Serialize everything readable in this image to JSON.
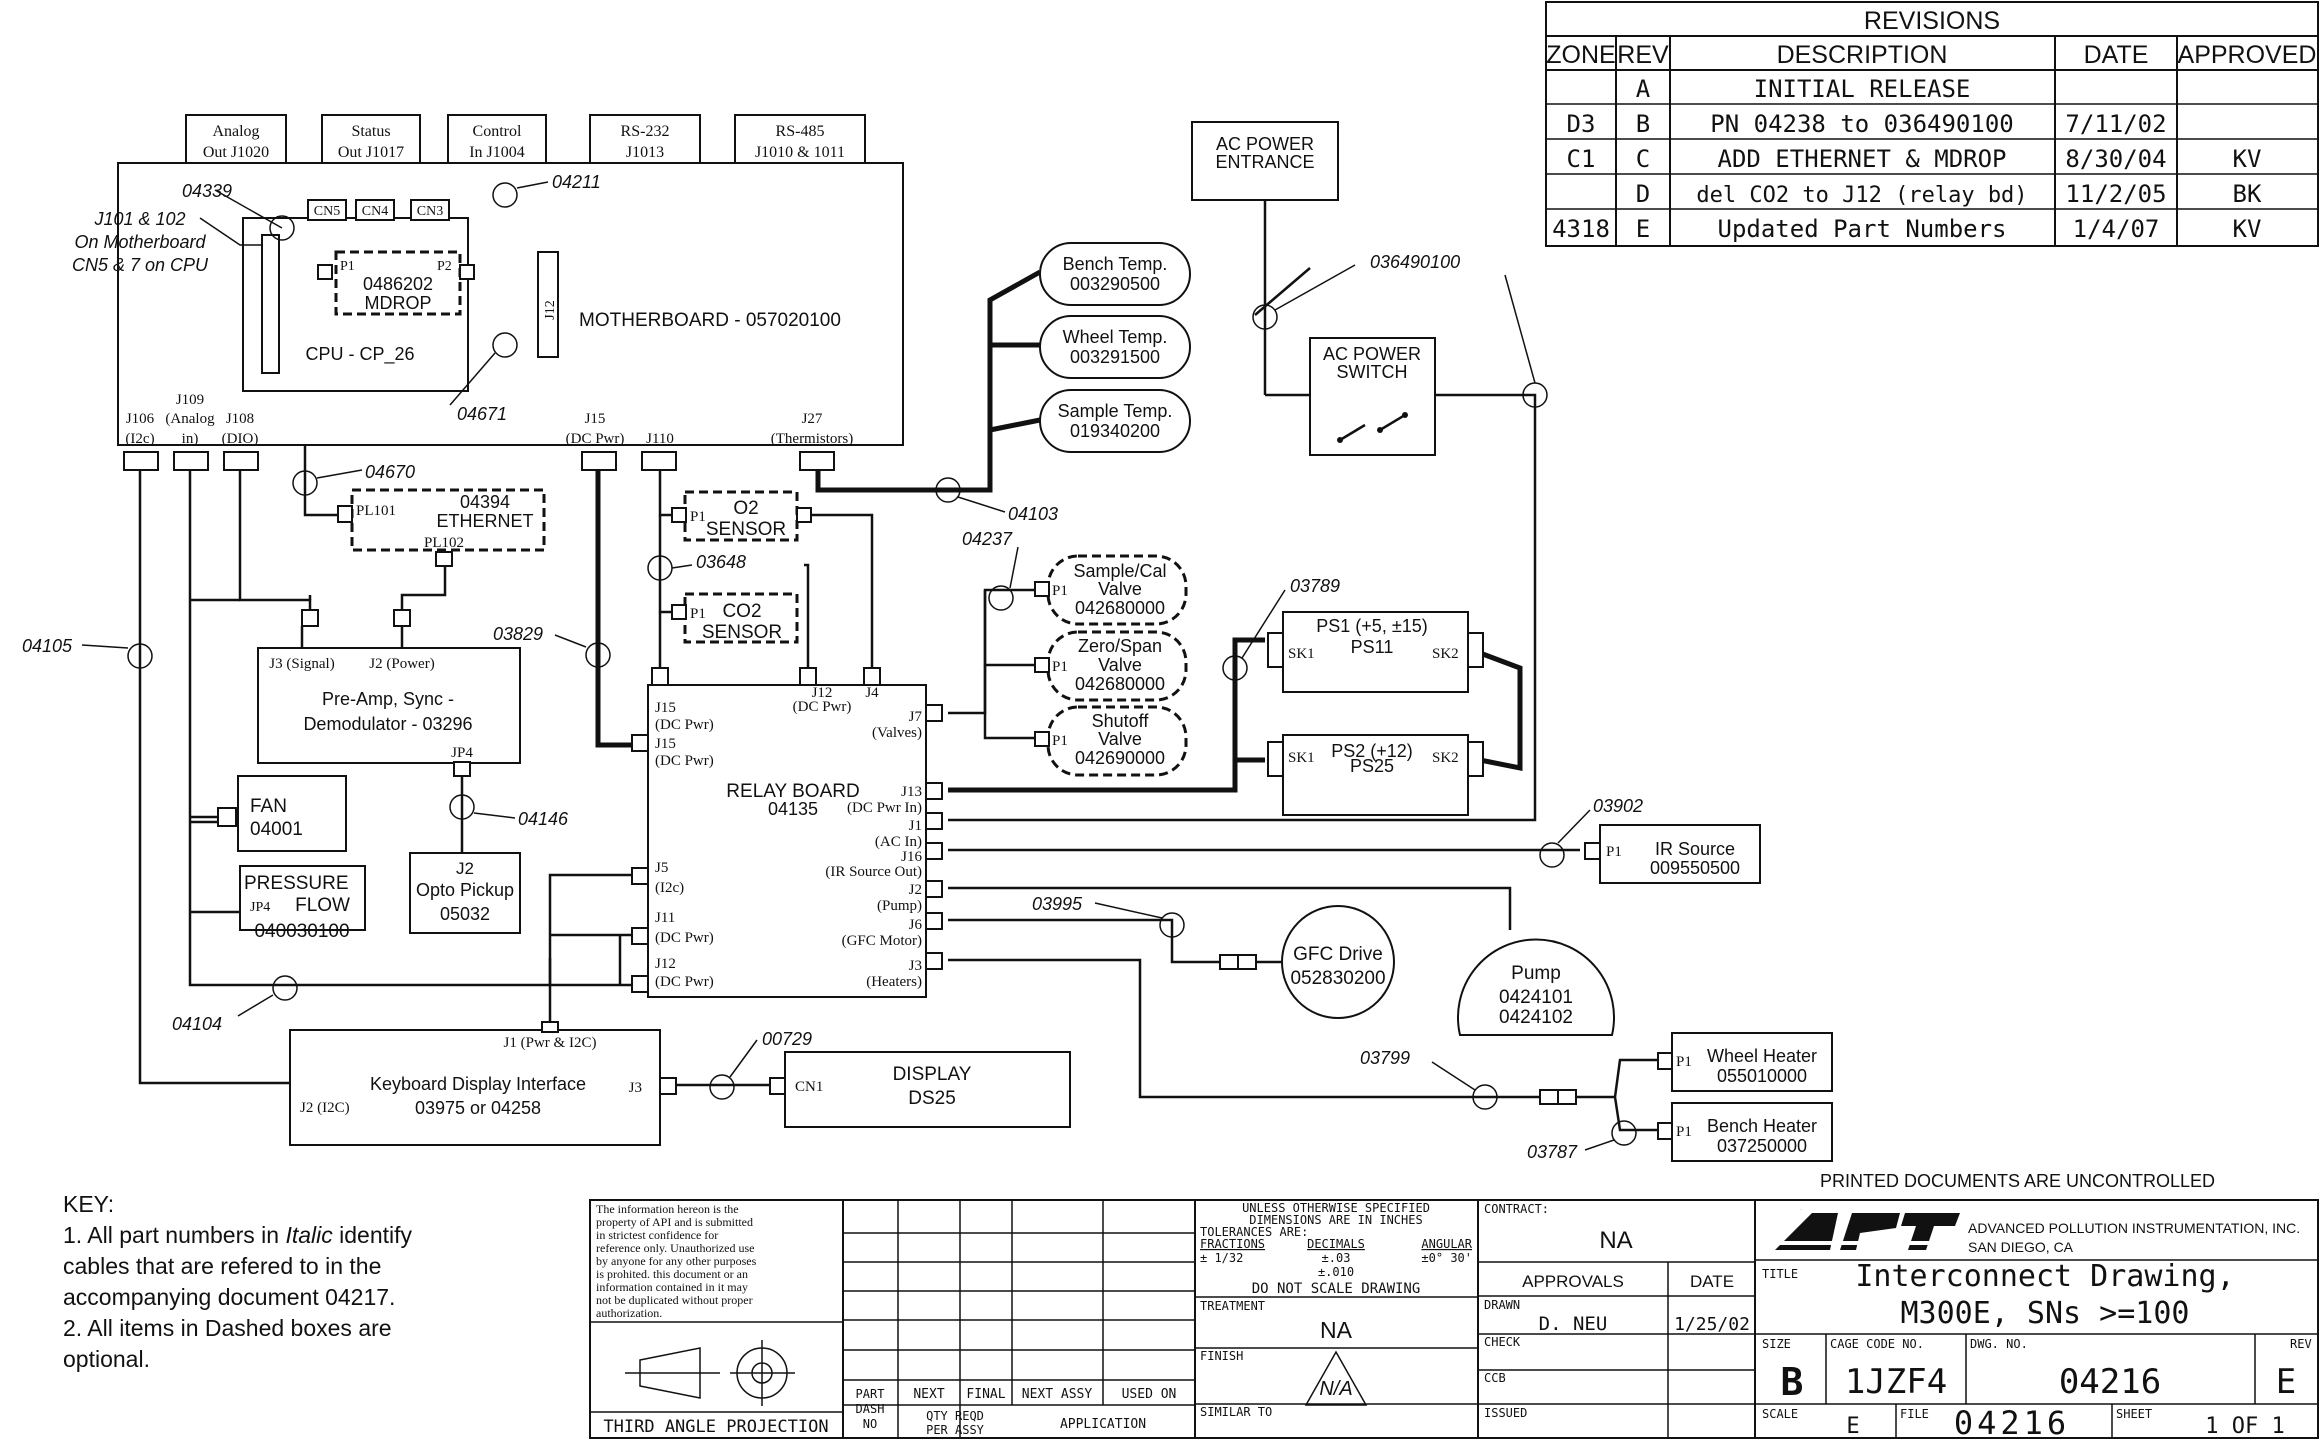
{
  "revisions": {
    "title": "REVISIONS",
    "headers": [
      "ZONE",
      "REV",
      "DESCRIPTION",
      "DATE",
      "APPROVED"
    ],
    "rows": [
      [
        "",
        "A",
        "INITIAL RELEASE",
        "",
        ""
      ],
      [
        "D3",
        "B",
        "PN 04238 to 036490100",
        "7/11/02",
        ""
      ],
      [
        "C1",
        "C",
        "ADD ETHERNET & MDROP",
        "8/30/04",
        "KV"
      ],
      [
        "",
        "D",
        "del CO2 to J12 (relay bd)",
        "11/2/05",
        "BK"
      ],
      [
        "4318",
        "E",
        "Updated Part Numbers",
        "1/4/07",
        "KV"
      ]
    ]
  },
  "connectors_top": {
    "analog": [
      "Analog",
      "Out J1020"
    ],
    "status": [
      "Status",
      "Out J1017"
    ],
    "control": [
      "Control",
      "In J1004"
    ],
    "rs232": [
      "RS-232",
      "J1013"
    ],
    "rs485": [
      "RS-485",
      "J1010 & 1011"
    ]
  },
  "motherboard": {
    "label": "MOTHERBOARD - 057020100",
    "cpu": "CPU - CP_26",
    "cn5": "CN5",
    "cn4": "CN4",
    "cn3": "CN3",
    "p1": "P1",
    "p2": "P2",
    "mdrop": [
      "0486202",
      "MDROP"
    ],
    "j12": "J12",
    "j106": [
      "J106",
      "(I2c)"
    ],
    "j109": [
      "J109",
      "(Analog",
      "in)"
    ],
    "j108": [
      "J108",
      "(DIO)"
    ],
    "j15": [
      "J15",
      "(DC Pwr)"
    ],
    "j110": "J110",
    "j27": [
      "J27",
      "(Thermistors)"
    ]
  },
  "cables": {
    "c04339": "04339",
    "c04211": "04211",
    "c04671": "04671",
    "c04670": "04670",
    "c04103": "04103",
    "c04237": "04237",
    "c03648": "03648",
    "c03829": "03829",
    "c04105": "04105",
    "c04146": "04146",
    "c04104": "04104",
    "c00729": "00729",
    "c03789": "03789",
    "c03902": "03902",
    "c03995": "03995",
    "c03799": "03799",
    "c03787": "03787",
    "c036490100": "036490100"
  },
  "j101_note": [
    "J101 & 102",
    "On Motherboard",
    "CN5 & 7 on CPU"
  ],
  "ethernet": {
    "pl101": "PL101",
    "pl102": "PL102",
    "label": [
      "04394",
      "ETHERNET"
    ]
  },
  "o2": {
    "p1": "P1",
    "label": [
      "O2",
      "SENSOR"
    ]
  },
  "co2": {
    "p1": "P1",
    "label": [
      "CO2",
      "SENSOR"
    ]
  },
  "ac": {
    "entrance": [
      "AC POWER",
      "ENTRANCE"
    ],
    "switch": [
      "AC POWER",
      "SWITCH"
    ]
  },
  "temps": [
    [
      "Bench Temp.",
      "003290500"
    ],
    [
      "Wheel Temp.",
      "003291500"
    ],
    [
      "Sample Temp.",
      "019340200"
    ]
  ],
  "valves": [
    [
      "Sample/Cal",
      "Valve",
      "042680000"
    ],
    [
      "Zero/Span",
      "Valve",
      "042680000"
    ],
    [
      "Shutoff",
      "Valve",
      "042690000"
    ]
  ],
  "valve_p1": "P1",
  "ps1": {
    "label": [
      "PS1 (+5, ±15)",
      "PS11"
    ],
    "sk1": "SK1",
    "sk2": "SK2"
  },
  "ps2": {
    "label": [
      "PS2 (+12)",
      "PS25"
    ],
    "sk1": "SK1",
    "sk2": "SK2"
  },
  "preamp": {
    "j3": "J3 (Signal)",
    "j2": "J2 (Power)",
    "label": [
      "Pre-Amp, Sync -",
      "Demodulator - 03296"
    ],
    "jp4": "JP4"
  },
  "fan": [
    "FAN",
    "04001"
  ],
  "pressure": {
    "label": [
      "PRESSURE",
      "FLOW",
      "040030100"
    ],
    "jp4": "JP4"
  },
  "opto": [
    "J2",
    "Opto Pickup",
    "05032"
  ],
  "relay": {
    "label": [
      "RELAY BOARD",
      "04135"
    ],
    "j15a": [
      "J15",
      "(DC Pwr)"
    ],
    "j15b": [
      "J15",
      "(DC Pwr)"
    ],
    "j12top": [
      "J12",
      "(DC Pwr)"
    ],
    "j4": "J4",
    "j7": [
      "J7",
      "(Valves)"
    ],
    "j13": [
      "J13",
      "(DC Pwr In)"
    ],
    "j1": [
      "J1",
      "(AC In)"
    ],
    "j16": [
      "J16",
      "(IR Source Out)"
    ],
    "j2": [
      "J2",
      "(Pump)"
    ],
    "j6": [
      "J6",
      "(GFC Motor)"
    ],
    "j3": [
      "J3",
      "(Heaters)"
    ],
    "j5": [
      "J5",
      "(I2c)"
    ],
    "j11": [
      "J11",
      "(DC Pwr)"
    ],
    "j12": [
      "J12",
      "(DC Pwr)"
    ]
  },
  "ir": {
    "p1": "P1",
    "label": [
      "IR Source",
      "009550500"
    ]
  },
  "gfc": [
    "GFC Drive",
    "052830200"
  ],
  "pump": [
    "Pump",
    "0424101",
    "0424102"
  ],
  "kdi": {
    "j1": "J1 (Pwr & I2C)",
    "j2": "J2 (I2C)",
    "j3": "J3",
    "label": [
      "Keyboard Display Interface",
      "03975 or 04258"
    ]
  },
  "display": {
    "cn1": "CN1",
    "label": [
      "DISPLAY",
      "DS25"
    ]
  },
  "wheel_heater": {
    "p1": "P1",
    "label": [
      "Wheel Heater",
      "055010000"
    ]
  },
  "bench_heater": {
    "p1": "P1",
    "label": [
      "Bench Heater",
      "037250000"
    ]
  },
  "printed": "PRINTED DOCUMENTS ARE UNCONTROLLED",
  "key": {
    "title": "KEY:",
    "line1_pre": "1. All part numbers in ",
    "line1_it": "Italic",
    "line1_post": " identify",
    "lines": [
      "cables that are refered to in the",
      "accompanying document 04217.",
      "2. All items in Dashed boxes are",
      "optional."
    ]
  },
  "titleblock": {
    "notice": [
      "The information hereon is the",
      "property of API and is submitted",
      "in strictest confidence for",
      "reference only.  Unauthorized use",
      "by anyone for any other purposes",
      "is prohited.  this document or an",
      "information contained in it may",
      "not be duplicated without proper",
      "authorization."
    ],
    "projection": "THIRD ANGLE PROJECTION",
    "part_dash_no": [
      "PART",
      "DASH",
      "NO"
    ],
    "next": "NEXT",
    "final": "FINAL",
    "next_assy": "NEXT ASSY",
    "used_on": "USED ON",
    "qty_reqd": [
      "QTY  REQD",
      "PER  ASSY"
    ],
    "application": "APPLICATION",
    "tolerances": [
      "UNLESS OTHERWISE SPECIFIED",
      "DIMENSIONS ARE IN INCHES",
      "TOLERANCES ARE:"
    ],
    "fractions": [
      "FRACTIONS",
      "± 1/32"
    ],
    "decimals": [
      "DECIMALS",
      "±.03",
      "±.010"
    ],
    "angular": [
      "ANGULAR",
      "±0° 30'"
    ],
    "do_not_scale": "DO NOT SCALE DRAWING",
    "treatment": "TREATMENT",
    "treatment_val": "NA",
    "finish": "FINISH",
    "finish_val": "N/A",
    "similar_to": "SIMILAR TO",
    "contract": "CONTRACT:",
    "contract_val": "NA",
    "approvals": "APPROVALS",
    "date": "DATE",
    "drawn": "DRAWN",
    "drawn_by": "D. NEU",
    "drawn_date": "1/25/02",
    "check": "CHECK",
    "ccb": "CCB",
    "issued": "ISSUED",
    "company": [
      "ADVANCED POLLUTION INSTRUMENTATION, INC.",
      "SAN DIEGO, CA"
    ],
    "logo": "API",
    "title_label": "TITLE",
    "title": [
      "Interconnect Drawing,",
      "M300E, SNs >=100"
    ],
    "size_label": "SIZE",
    "size": "B",
    "cage_label": "CAGE CODE NO.",
    "cage": "1JZF4",
    "dwg_label": "DWG. NO.",
    "dwg": "04216",
    "rev_label": "REV",
    "rev": "E",
    "scale_label": "SCALE",
    "scale": "E",
    "file_label": "FILE",
    "file": "04216",
    "sheet_label": "SHEET",
    "sheet": "1 OF 1"
  }
}
